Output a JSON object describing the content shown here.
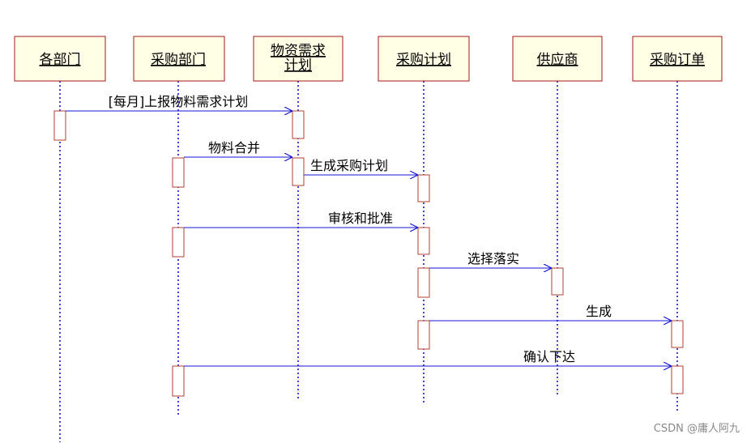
{
  "objects": [
    {
      "id": "dept",
      "label": [
        "各部门"
      ]
    },
    {
      "id": "purchase_dept",
      "label": [
        "采购部门"
      ]
    },
    {
      "id": "plan_req",
      "label": [
        "物资需求",
        "计划"
      ]
    },
    {
      "id": "purchase_plan",
      "label": [
        "采购计划"
      ]
    },
    {
      "id": "supplier",
      "label": [
        "供应商"
      ]
    },
    {
      "id": "order",
      "label": [
        "采购订单"
      ]
    }
  ],
  "messages": [
    {
      "label": "[每月]上报物料需求计划",
      "from": "dept",
      "to": "plan_req"
    },
    {
      "label": "物料合并",
      "from": "purchase_dept",
      "to": "plan_req"
    },
    {
      "label": "生成采购计划",
      "from": "plan_req",
      "to": "purchase_plan"
    },
    {
      "label": "审核和批准",
      "from": "purchase_dept",
      "to": "purchase_plan"
    },
    {
      "label": "选择落实",
      "from": "purchase_plan",
      "to": "supplier"
    },
    {
      "label": "生成",
      "from": "purchase_plan",
      "to": "order"
    },
    {
      "label": "确认下达",
      "from": "purchase_dept",
      "to": "order"
    }
  ],
  "watermark": "CSDN @庸人阿九",
  "colors": {
    "lifeline": "#1414d8",
    "box_border": "#a01818",
    "box_fill": "#ffffe6"
  }
}
